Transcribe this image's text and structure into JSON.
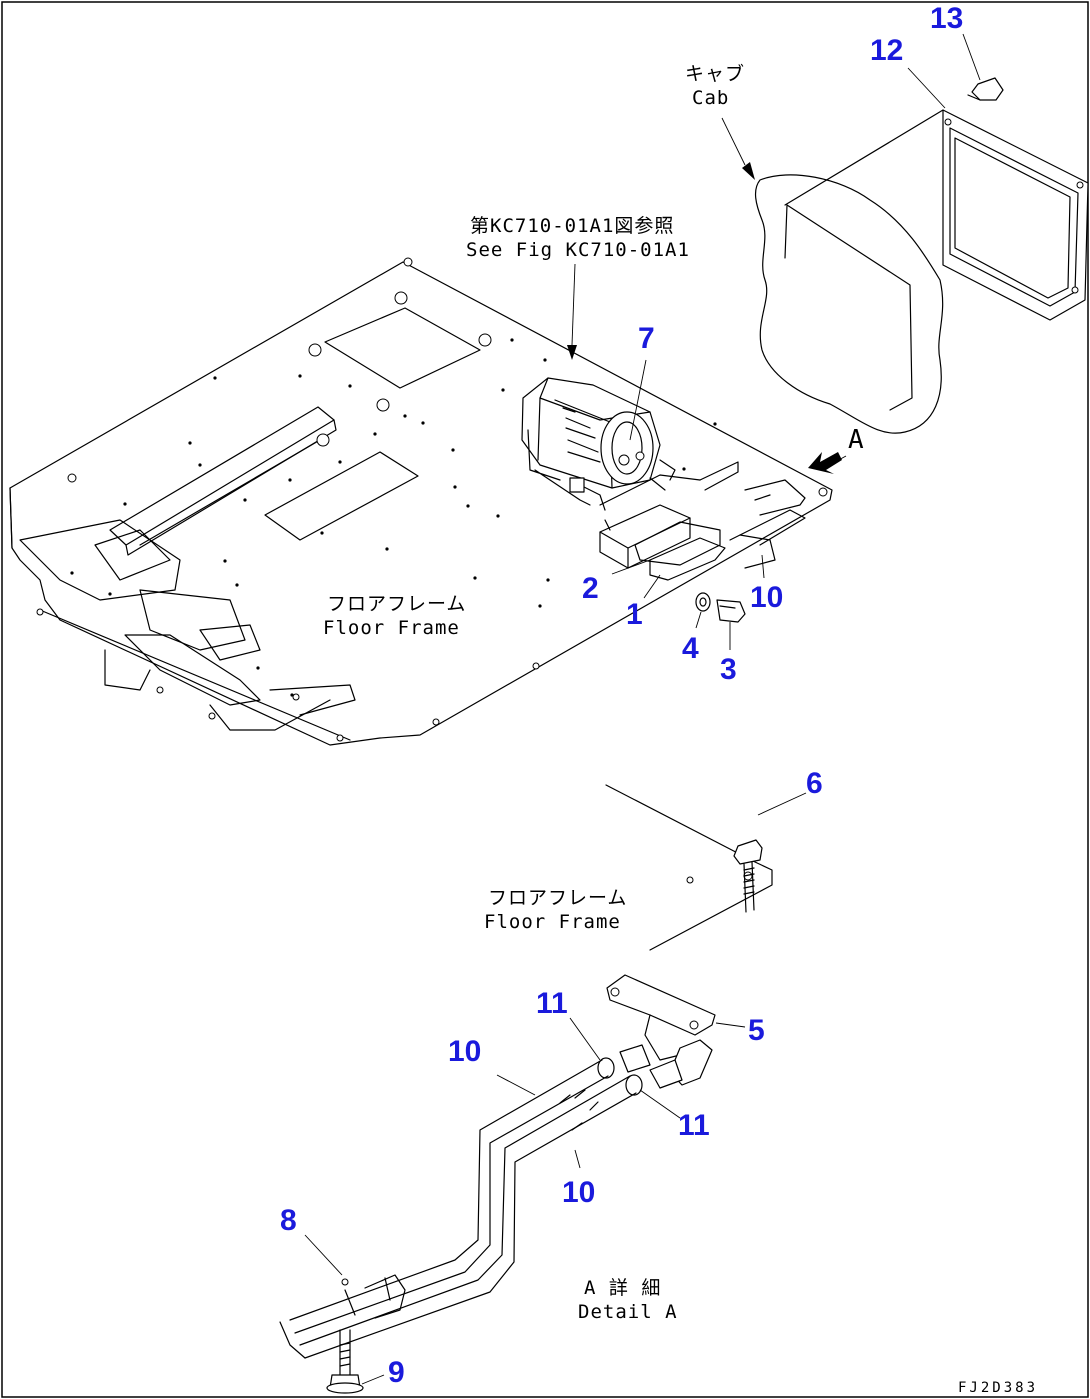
{
  "drawing": {
    "code": "FJ2D383",
    "notes": {
      "cab_jp": "キャブ",
      "cab_en": "Cab",
      "see_fig_jp": "第KC710-01A1図参照",
      "see_fig_en": "See Fig KC710-01A1",
      "floor_frame_jp_top": "フロアフレーム",
      "floor_frame_en_top": "Floor Frame",
      "floor_frame_jp_detail": "フロアフレーム",
      "floor_frame_en_detail": "Floor Frame",
      "view_marker": "A",
      "detail_jp": "A 詳 細",
      "detail_en": "Detail A"
    },
    "callouts": [
      "1",
      "2",
      "3",
      "4",
      "5",
      "6",
      "7",
      "8",
      "9",
      "10",
      "10",
      "10",
      "11",
      "11",
      "12",
      "13"
    ]
  }
}
